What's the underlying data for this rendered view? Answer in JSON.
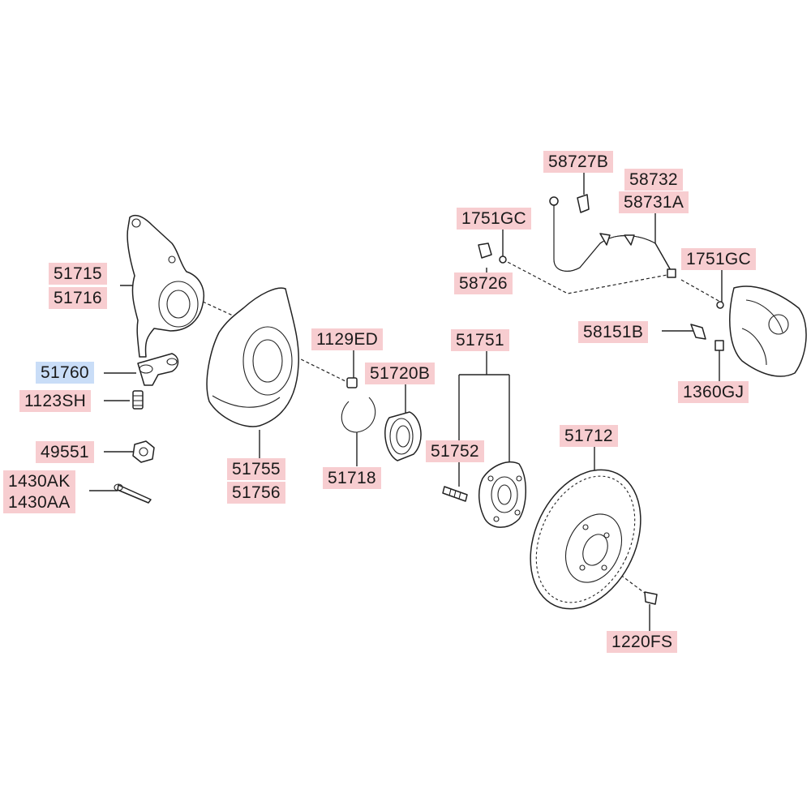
{
  "labels": {
    "l58727B": {
      "text": "58727B",
      "selected": false
    },
    "l58732": {
      "text": "58732",
      "selected": false
    },
    "l58731A": {
      "text": "58731A",
      "selected": false
    },
    "l1751GC_a": {
      "text": "1751GC",
      "selected": false
    },
    "l1751GC_b": {
      "text": "1751GC",
      "selected": false
    },
    "l58726": {
      "text": "58726",
      "selected": false
    },
    "l58151B": {
      "text": "58151B",
      "selected": false
    },
    "l1360GJ": {
      "text": "1360GJ",
      "selected": false
    },
    "l51715": {
      "text": "51715",
      "selected": false
    },
    "l51716": {
      "text": "51716",
      "selected": false
    },
    "l51760": {
      "text": "51760",
      "selected": true
    },
    "l1123SH": {
      "text": "1123SH",
      "selected": false
    },
    "l49551": {
      "text": "49551",
      "selected": false
    },
    "l1430AK": {
      "text": "1430AK",
      "selected": false
    },
    "l1430AA": {
      "text": "1430AA",
      "selected": false
    },
    "l1129ED": {
      "text": "1129ED",
      "selected": false
    },
    "l51720B": {
      "text": "51720B",
      "selected": false
    },
    "l51751": {
      "text": "51751",
      "selected": false
    },
    "l51752": {
      "text": "51752",
      "selected": false
    },
    "l51755": {
      "text": "51755",
      "selected": false
    },
    "l51756": {
      "text": "51756",
      "selected": false
    },
    "l51718": {
      "text": "51718",
      "selected": false
    },
    "l51712": {
      "text": "51712",
      "selected": false
    },
    "l1220FS": {
      "text": "1220FS",
      "selected": false
    }
  },
  "colors": {
    "label_bg": "#f7cdd0",
    "label_selected_bg": "#c9ddf7",
    "line": "#222222"
  }
}
